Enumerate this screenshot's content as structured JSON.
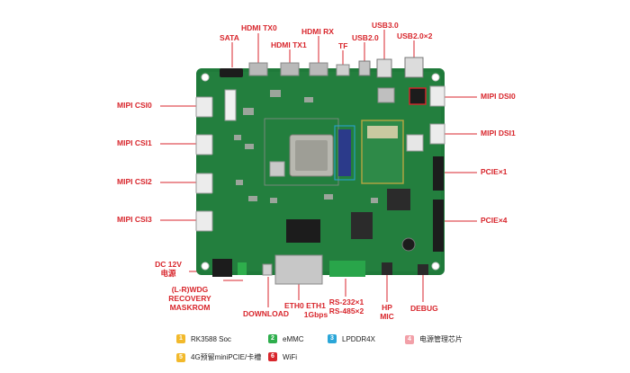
{
  "labels": {
    "sata": "SATA",
    "hdmi_tx0": "HDMI TX0",
    "hdmi_tx1": "HDMI TX1",
    "hdmi_rx": "HDMI RX",
    "tf": "TF",
    "usb20": "USB2.0",
    "usb30": "USB3.0",
    "usb20x2": "USB2.0×2",
    "mipi_csi0": "MIPI CSI0",
    "mipi_csi1": "MIPI CSI1",
    "mipi_csi2": "MIPI CSI2",
    "mipi_csi3": "MIPI CSI3",
    "mipi_dsi0": "MIPI DSI0",
    "mipi_dsi1": "MIPI DSI1",
    "pcie_x1": "PCIE×1",
    "pcie_x4": "PCIE×4",
    "dc_12v": "DC 12V",
    "dc_power": "电源",
    "lr_wdg": "(L-R)WDG",
    "recovery": "RECOVERY",
    "maskrom": "MASKROM",
    "download": "DOWNLOAD",
    "eth0": "ETH0",
    "eth1": "ETH1",
    "eth_speed": "1Gbps",
    "rs232": "RS-232×1",
    "rs485": "RS-485×2",
    "hp": "HP",
    "mic": "MIC",
    "debug": "DEBUG"
  },
  "legend": [
    {
      "num": "1",
      "text": "RK3588 Soc",
      "color": "#f2b92b"
    },
    {
      "num": "2",
      "text": "eMMC",
      "color": "#2eae4c"
    },
    {
      "num": "3",
      "text": "LPDDR4X",
      "color": "#2aa6d8"
    },
    {
      "num": "4",
      "text": "电源管理芯片",
      "color": "#f2a0a8"
    },
    {
      "num": "5",
      "text": "4G预留miniPCIE/卡槽",
      "color": "#f2b92b"
    },
    {
      "num": "6",
      "text": "WiFi",
      "color": "#d8262c"
    }
  ],
  "colors": {
    "label_red": "#d8262c",
    "pcb_green": "#1f7a3a",
    "pcb_dark": "#16602c"
  }
}
